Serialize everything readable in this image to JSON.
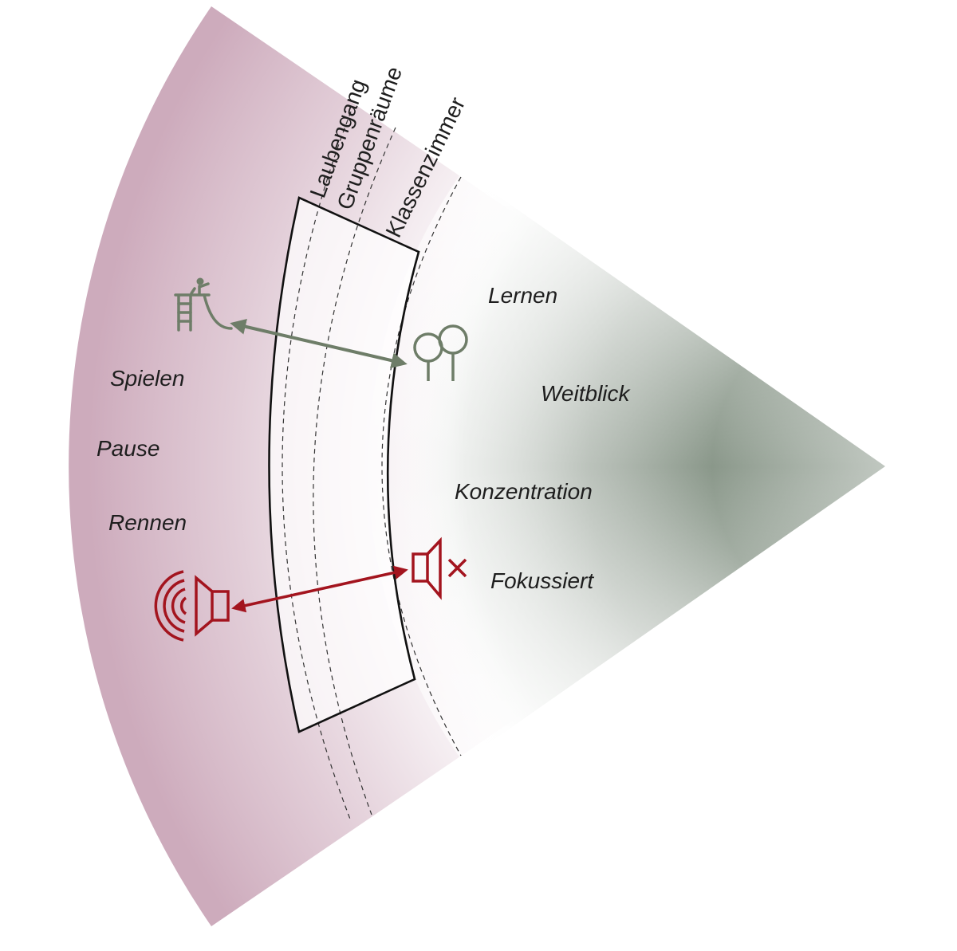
{
  "rooms": {
    "laubengang": "Laubengang",
    "gruppenraeume": "Gruppenräume",
    "klassenzimmer": "Klassenzimmer"
  },
  "outside": {
    "spielen": "Spielen",
    "pause": "Pause",
    "rennen": "Rennen"
  },
  "inside": {
    "lernen": "Lernen",
    "weitblick": "Weitblick",
    "konzentration": "Konzentration",
    "fokussiert": "Fokussiert"
  },
  "icons": {
    "play": "playground-slide-icon",
    "nature": "trees-icon",
    "loud": "loudspeaker-sound-icon",
    "quiet": "speaker-muted-icon"
  },
  "colors": {
    "play_zone": "#c9a3b6",
    "view_zone": "#7d8c7d",
    "green_arrow": "#6e7d68",
    "red_arrow": "#a3141e",
    "outline": "#111111"
  }
}
